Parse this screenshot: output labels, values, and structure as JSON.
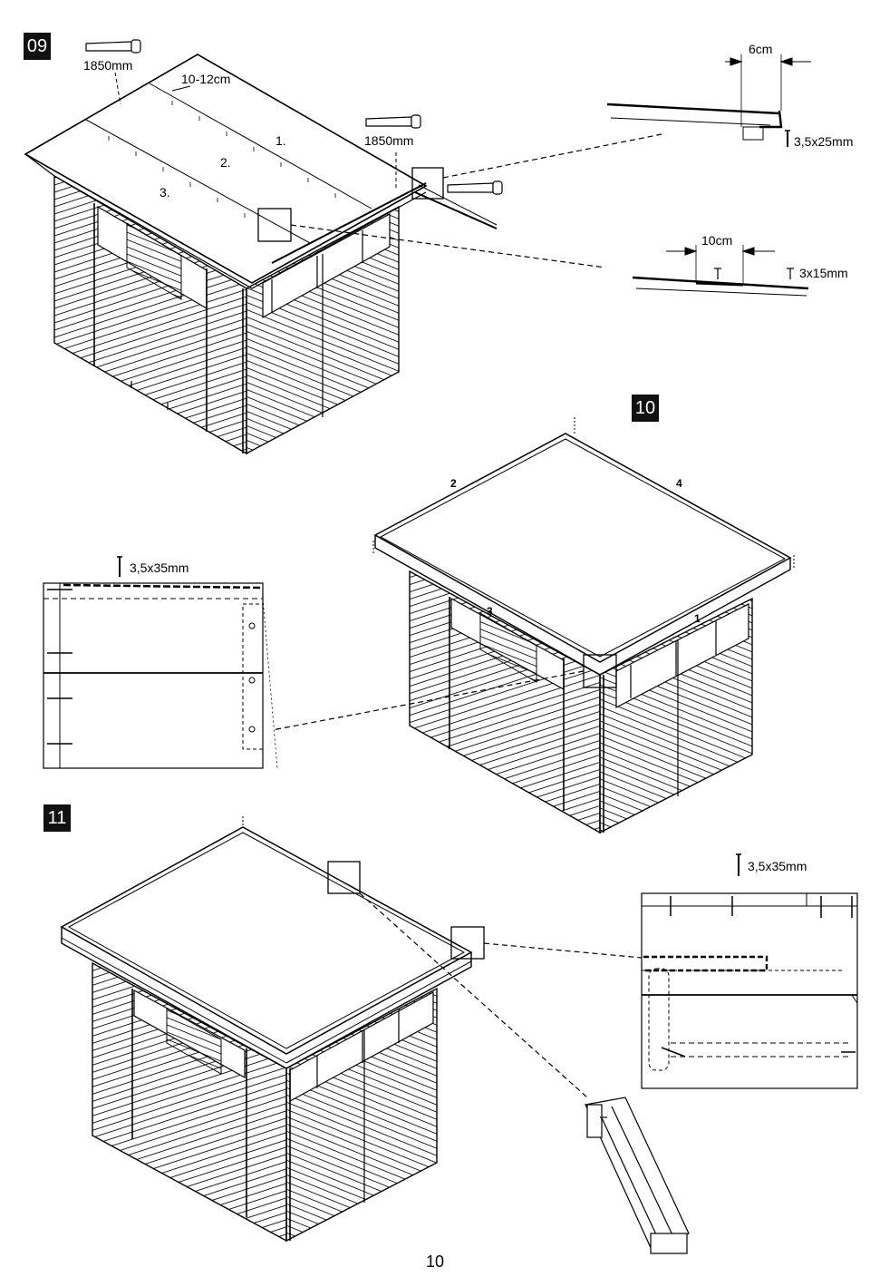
{
  "page_number": "10",
  "steps": [
    {
      "step": "09",
      "saw_length_left": "1850mm",
      "saw_length_right": "1850mm",
      "overhang": "10-12cm",
      "order_labels": [
        "1.",
        "2.",
        "3."
      ],
      "detail_top": {
        "width": "6cm",
        "nail": "3,5x25mm"
      },
      "detail_bottom": {
        "width": "10cm",
        "tack": "3x15mm"
      }
    },
    {
      "step": "10",
      "nail": "3,5x35mm",
      "order_labels": [
        "1",
        "2",
        "3",
        "4"
      ]
    },
    {
      "step": "11",
      "nail": "3,5x35mm"
    }
  ],
  "icons": [
    "saw-icon",
    "nail-icon",
    "tack-icon"
  ]
}
